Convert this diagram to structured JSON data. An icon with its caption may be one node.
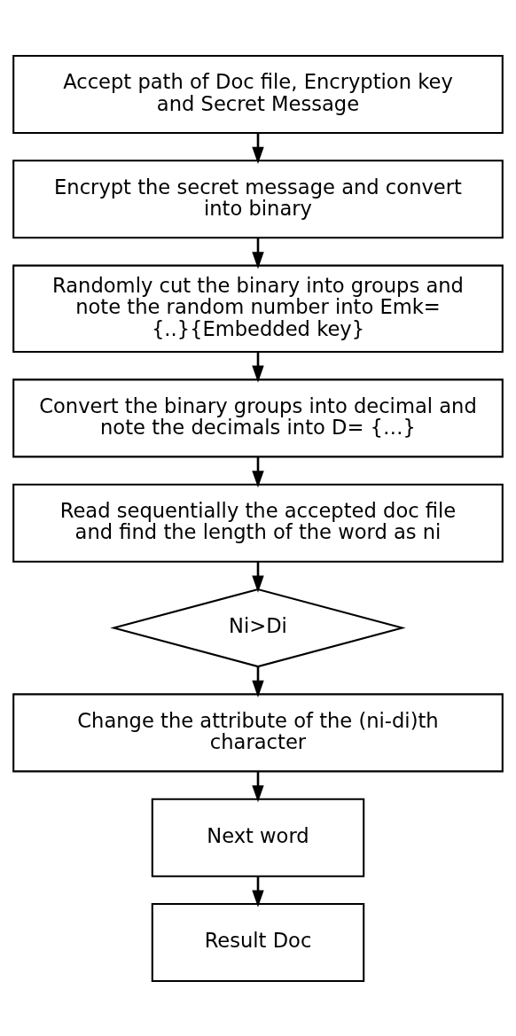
{
  "diagram": {
    "nodes": [
      {
        "text": [
          "Accept path of Doc file, Encryption key and Secret Message"
        ]
      },
      {
        "text": [
          "Encrypt the secret message and convert into binary"
        ]
      },
      {
        "text": [
          "Randomly cut the binary into groups and note the random number into Emk= {..}{Embedded key}"
        ]
      },
      {
        "text": [
          "Convert the binary groups into decimal and note the decimals into D= {…}"
        ]
      },
      {
        "text": [
          "Read sequentially the accepted doc file and find the length of the word as ni"
        ]
      },
      {
        "text": [
          "Ni>Di"
        ]
      },
      {
        "text": [
          "Change the attribute of the (ni-di)th character"
        ]
      },
      {
        "text": [
          "Next word"
        ]
      },
      {
        "text": [
          "Result Doc"
        ]
      }
    ],
    "edges": [
      {
        "from": 0,
        "to": 1,
        "arrow": "to"
      },
      {
        "from": 1,
        "to": 2,
        "arrow": "to"
      },
      {
        "from": 2,
        "to": 3,
        "arrow": "to"
      },
      {
        "from": 3,
        "to": 4,
        "arrow": "to"
      },
      {
        "from": 4,
        "to": 5,
        "arrow": "to"
      },
      {
        "from": 5,
        "to": 6,
        "arrow": "to"
      },
      {
        "from": 6,
        "to": 7,
        "arrow": "to"
      },
      {
        "from": 7,
        "to": 8,
        "arrow": "to"
      }
    ]
  }
}
